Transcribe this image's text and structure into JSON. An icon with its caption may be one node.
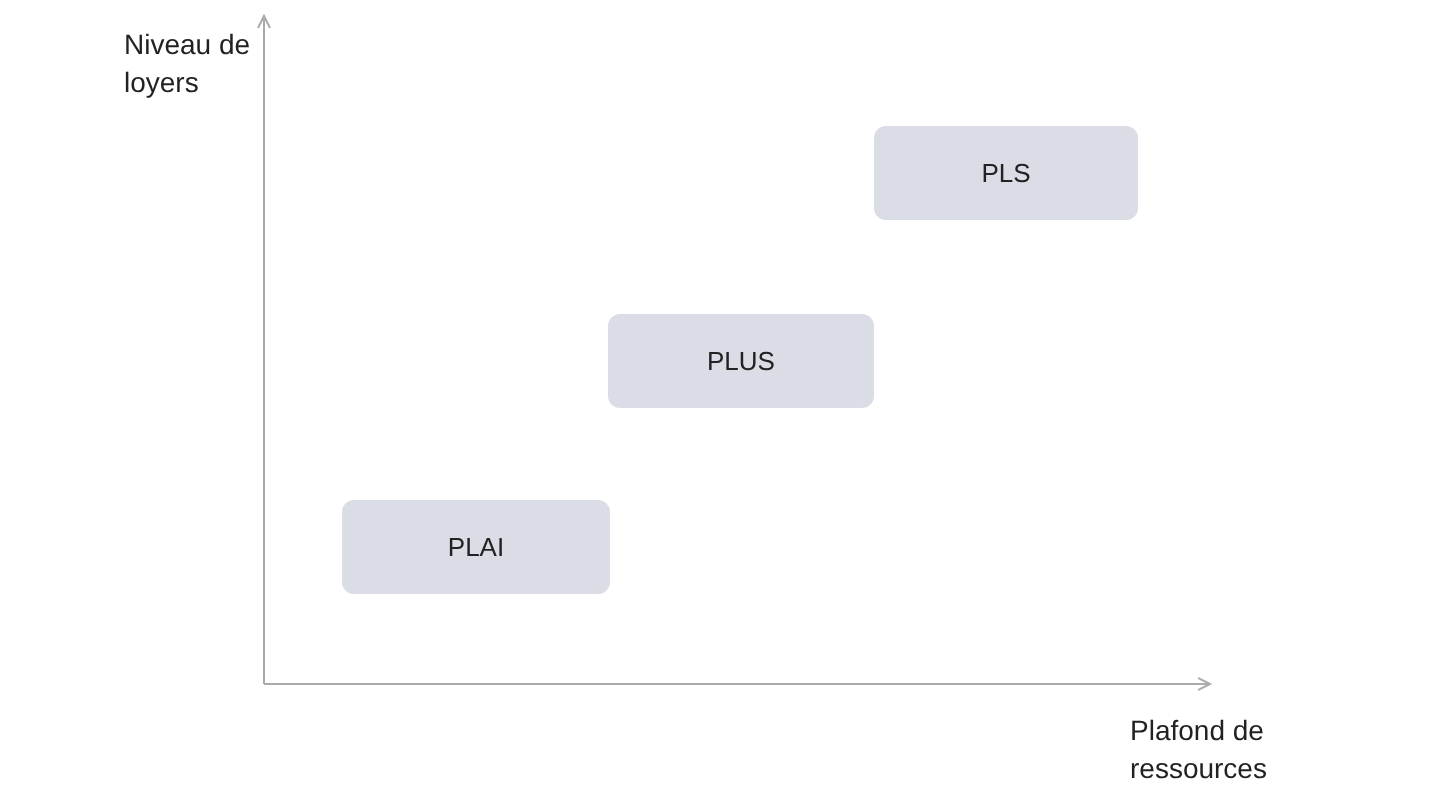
{
  "diagram": {
    "nodes": [
      {
        "text": [
          "PLAI"
        ]
      },
      {
        "text": [
          "PLUS"
        ]
      },
      {
        "text": [
          "PLS"
        ]
      }
    ],
    "labels": [
      "Niveau de loyers",
      "Plafond de ressources"
    ]
  }
}
